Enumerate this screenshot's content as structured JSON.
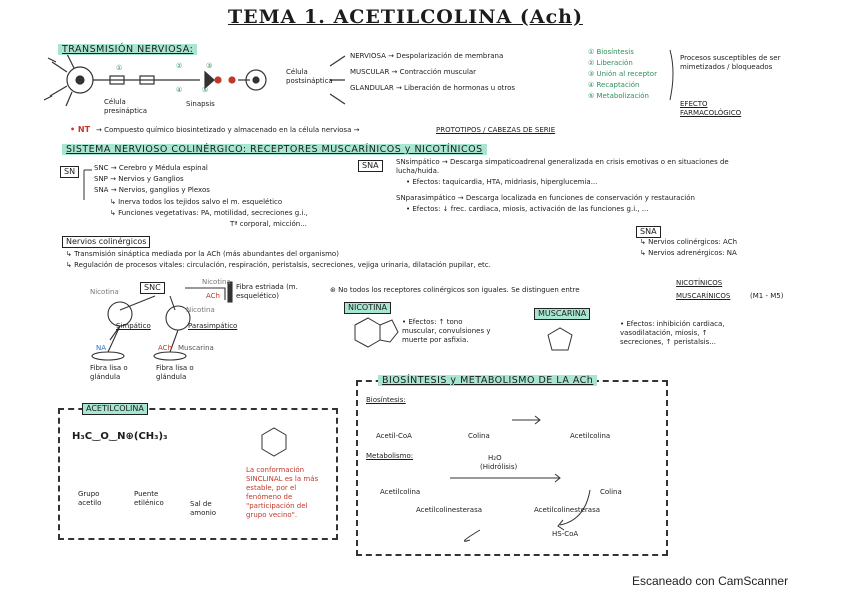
{
  "title": "TEMA 1. ACETILCOLINA (Ach)",
  "transmision": {
    "heading": "TRANSMISIÓN NERVIOSA:",
    "nums": [
      "①",
      "②",
      "③",
      "④",
      "⑤"
    ],
    "celula_presinaptica": "Célula presináptica",
    "sinapsis": "Sinapsis",
    "celula_postsinaptica": "Célula postsináptica",
    "effects": [
      "NERVIOSA → Despolarización de membrana",
      "MUSCULAR → Contracción muscular",
      "GLANDULAR → Liberación de hormonas u otros"
    ],
    "steps": [
      "① Biosíntesis",
      "② Liberación",
      "③ Unión al receptor",
      "④ Recaptación",
      "⑤ Metabolización"
    ],
    "procesos": "Procesos susceptibles de ser mimetizados / bloqueados",
    "efecto": "EFECTO FARMACOLÓGICO",
    "nt_label": "• NT",
    "nt_text": "→ Compuesto químico biosintetizado y almacenado en la célula nerviosa →",
    "prototipos": "PROTOTIPOS / CABEZAS DE SERIE"
  },
  "sistema": {
    "heading": "SISTEMA NERVIOSO COLINÉRGICO: RECEPTORES MUSCARÍNICOS y NICOTÍNICOS",
    "sn": "SN",
    "snc": "SNC → Cerebro y Médula espinal",
    "snp": "SNP → Nervios y Ganglios",
    "sna": "SNA → Nervios, ganglios y Plexos",
    "sna_inerva": "↳ Inerva todos los tejidos salvo el m. esquelético",
    "funciones": "↳ Funciones vegetativas: PA, motilidad, secreciones g.i.,",
    "funciones2": "Tª corporal, micción...",
    "sna_box": "SNA",
    "simpatico": "SNsimpático → Descarga simpaticoadrenal generalizada en crisis emotivas o en situaciones de lucha/huida.",
    "efectos_simp": "• Efectos: taquicardia, HTA, midriasis, hiperglucemia...",
    "parasimp": "SNparasimpático → Descarga localizada en funciones de conservación y restauración",
    "efectos_para": "• Efectos: ↓ frec. cardiaca, miosis, activación de las funciones g.i., ...",
    "sna_box2": "SNA",
    "nervios_col": "↳ Nervios colinérgicos: ACh",
    "nervios_adr": "↳ Nervios adrenérgicos: NA"
  },
  "nervios": {
    "heading": "Nervios colinérgicos",
    "line1": "↳ Transmisión sináptica mediada por la ACh (más abundantes del organismo)",
    "line2": "↳ Regulación de procesos vitales: circulación, respiración, peristalsis, secreciones, vejiga urinaria, dilatación pupilar, etc."
  },
  "diagram": {
    "snc": "SNC",
    "nicotina1": "Nicotina",
    "nicotina2": "Nicotina",
    "nicotina3": "Nicotina",
    "ach1": "ACh",
    "ach2": "ACh",
    "fibra_estriada": "Fibra estriada (m. esquelético)",
    "simpatico": "Simpático",
    "parasimpatico": "Parasimpático",
    "na": "NA",
    "muscarina": "Muscarina",
    "fibra_lisa1": "Fibra lisa o glándula",
    "fibra_lisa2": "Fibra lisa o glándula"
  },
  "receptores": {
    "note": "⊛ No todos los receptores colinérgicos son iguales. Se distinguen entre",
    "nicotinicos": "NICOTÍNICOS",
    "muscarinicos": "MUSCARÍNICOS",
    "m_range": "(M1 - M5)",
    "nicotina_box": "NICOTINA",
    "efectos_nic": "• Efectos: ↑ tono muscular, convulsiones y muerte por asfixia.",
    "muscarina_box": "MUSCARINA",
    "efectos_mus": "• Efectos: inhibición cardiaca, vasodilatación, miosis, ↑ secreciones, ↑ peristalsis..."
  },
  "acetilcolina": {
    "box": "ACETILCOLINA",
    "grupo_acetilo": "Grupo acetilo",
    "puente": "Puente etilénico",
    "sal": "Sal de amonio",
    "conf": "La conformación SINCLINAL es la más estable, por el fenómeno de \"participación del grupo vecino\"."
  },
  "biosintesis": {
    "heading": "BIOSÍNTESIS y METABOLISMO DE LA ACh",
    "sub1": "Biosíntesis:",
    "acetil_coa": "Acetil-CoA",
    "colina": "Colina",
    "acetilcolina": "Acetilcolina",
    "sub2": "Metabolismo:",
    "h2o": "H₂O",
    "hidrolisis": "(Hidrólisis)",
    "acetilcolina2": "Acetilcolina",
    "colina2": "Colina",
    "enzima1": "Acetilcolinesterasa",
    "enzima2": "Acetilcolinesterasa",
    "hs_coa": "HS-CoA"
  },
  "footer": "Escaneado con CamScanner"
}
